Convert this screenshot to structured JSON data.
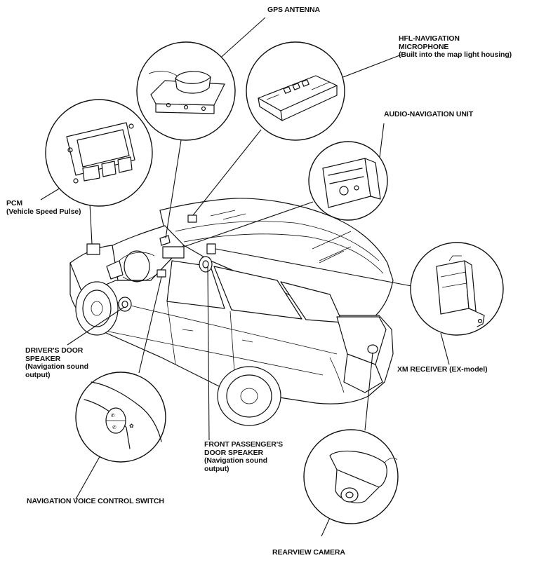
{
  "labels": {
    "gps_antenna": "GPS ANTENNA",
    "hfl_mic_line1": "HFL-NAVIGATION",
    "hfl_mic_line2": "MICROPHONE",
    "hfl_mic_line3": "(Built into the map light housing)",
    "audio_nav_unit": "AUDIO-NAVIGATION UNIT",
    "pcm_line1": "PCM",
    "pcm_line2": "(Vehicle Speed Pulse)",
    "xm_receiver": "XM RECEIVER (EX-model)",
    "driver_speaker_line1": "DRIVER'S DOOR",
    "driver_speaker_line2": "SPEAKER",
    "driver_speaker_line3": "(Navigation sound",
    "driver_speaker_line4": "output)",
    "passenger_speaker_line1": "FRONT PASSENGER'S",
    "passenger_speaker_line2": "DOOR SPEAKER",
    "passenger_speaker_line3": "(Navigation sound",
    "passenger_speaker_line4": "output)",
    "voice_switch": "NAVIGATION VOICE CONTROL SWITCH",
    "rearview_camera": "REARVIEW CAMERA"
  }
}
